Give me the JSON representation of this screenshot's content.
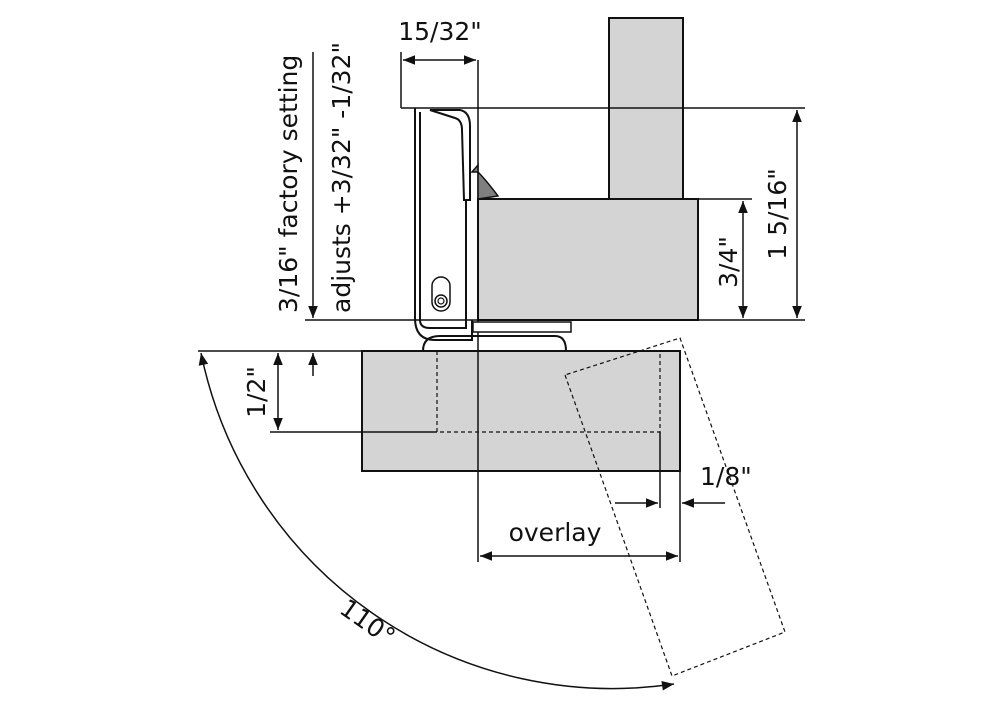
{
  "title": "Concealed hinge mounting diagram",
  "colors": {
    "panel_fill": "#d4d4d5",
    "line": "#111111",
    "stop_fill": "#7f7f7f"
  },
  "labels": {
    "width_15_32": "15/32\"",
    "factory_setting": "3/16\" factory setting",
    "adjusts": "adjusts +3/32\" -1/32\"",
    "height_1_5_16": "1 5/16\"",
    "height_3_4": "3/4\"",
    "height_1_2": "1/2\"",
    "gap_1_8": "1/8\"",
    "overlay": "overlay",
    "angle": "110°"
  }
}
